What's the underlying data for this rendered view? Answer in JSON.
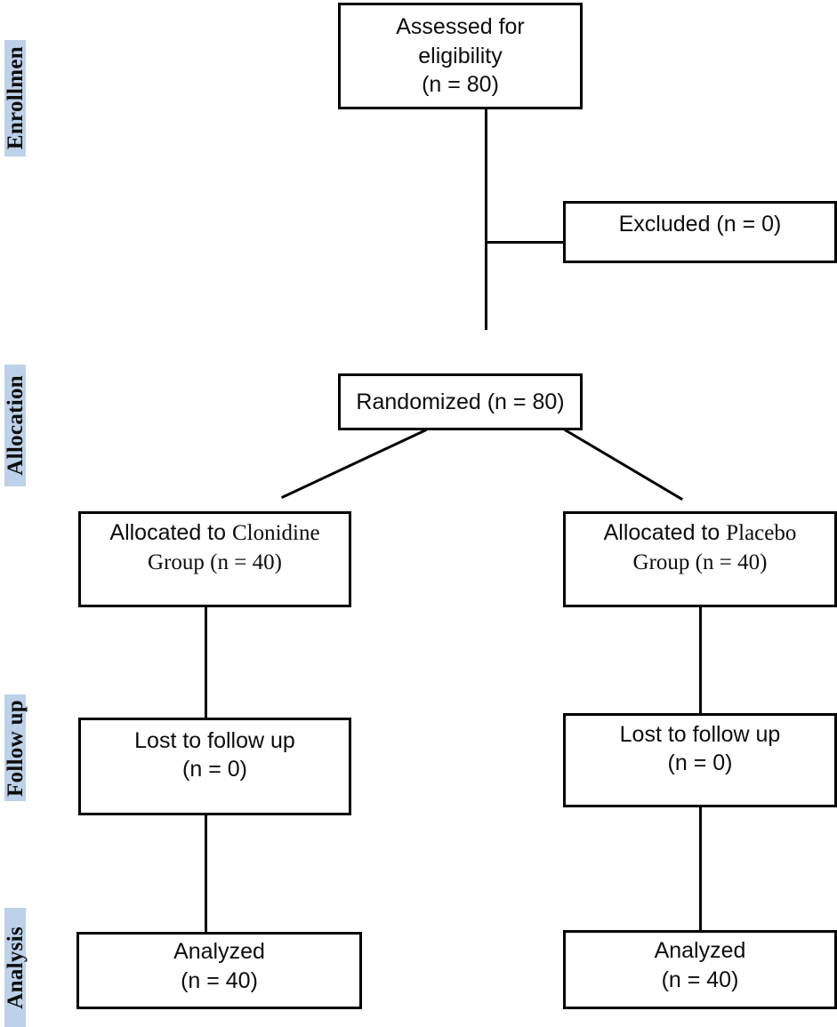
{
  "diagram": {
    "type": "consort-flow-diagram",
    "colors": {
      "band_background": "#bdd2e8",
      "box_border": "#000000",
      "text": "#0d0d0d",
      "canvas": "#ffffff"
    },
    "stages": [
      {
        "id": "enrollment",
        "label": "Enrollmen"
      },
      {
        "id": "allocation",
        "label": "Allocation"
      },
      {
        "id": "follow-up",
        "label": "Follow up"
      },
      {
        "id": "analysis",
        "label": "Analysis"
      }
    ],
    "nodes": {
      "assessed": {
        "line1": "Assessed for",
        "line2": "eligibility",
        "line3": "(n = 80)"
      },
      "excluded": {
        "line1": "Excluded (n = 0)"
      },
      "randomized": {
        "line1": "Randomized (n = 80)"
      },
      "allocated_left": {
        "line1_a": "Allocated to ",
        "line1_b": "Clonidine",
        "line2": "Group (n = 40)"
      },
      "allocated_right": {
        "line1_a": "Allocated to ",
        "line1_b": "Placebo",
        "line2": "Group (n = 40)"
      },
      "lost_left": {
        "line1": "Lost to follow up",
        "line2": "(n = 0)"
      },
      "lost_right": {
        "line1": "Lost to follow up",
        "line2": "(n = 0)"
      },
      "analyzed_left": {
        "line1": "Analyzed",
        "line2": "(n = 40)"
      },
      "analyzed_right": {
        "line1": "Analyzed",
        "line2": "(n = 40)"
      }
    }
  }
}
